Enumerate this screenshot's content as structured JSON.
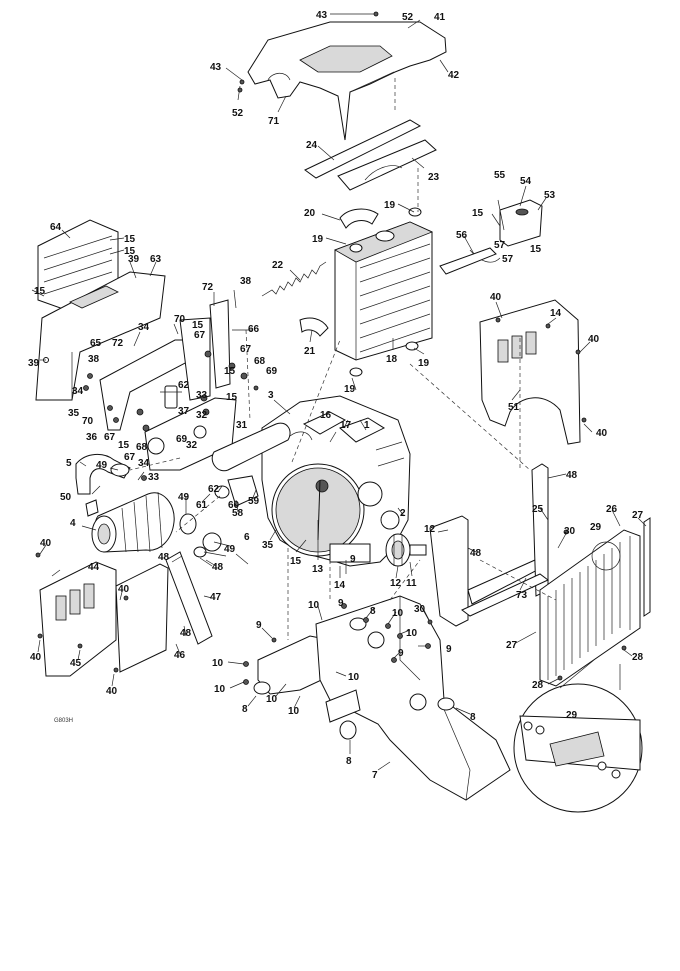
{
  "diagram": {
    "drawing_code": "G803H",
    "callouts": [
      "1",
      "2",
      "3",
      "4",
      "5",
      "6",
      "7",
      "8",
      "9",
      "10",
      "11",
      "12",
      "13",
      "14",
      "15",
      "16",
      "17",
      "18",
      "19",
      "20",
      "21",
      "22",
      "23",
      "24",
      "25",
      "26",
      "27",
      "28",
      "29",
      "30",
      "31",
      "32",
      "33",
      "34",
      "35",
      "36",
      "37",
      "38",
      "39",
      "40",
      "41",
      "42",
      "43",
      "44",
      "45",
      "46",
      "47",
      "48",
      "49",
      "50",
      "51",
      "52",
      "53",
      "54",
      "55",
      "56",
      "57",
      "58",
      "59",
      "60",
      "61",
      "62",
      "63",
      "64",
      "65",
      "66",
      "67",
      "68",
      "69",
      "70",
      "71",
      "72",
      "73"
    ]
  }
}
